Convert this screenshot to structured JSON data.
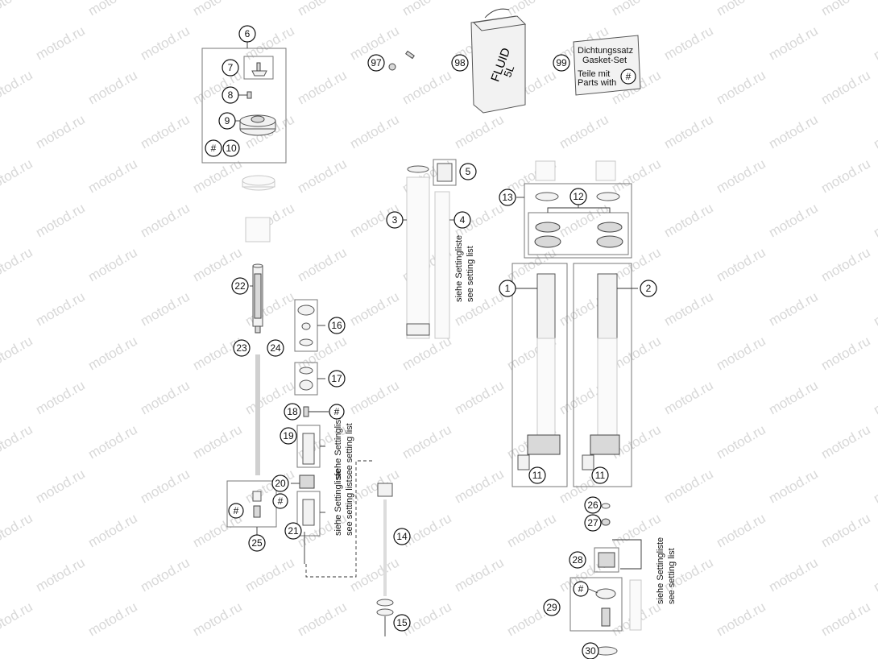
{
  "diagram": {
    "watermark_text": "motod.ru",
    "callouts": [
      "1",
      "2",
      "3",
      "4",
      "5",
      "6",
      "7",
      "8",
      "9",
      "10",
      "11",
      "12",
      "13",
      "14",
      "15",
      "16",
      "17",
      "18",
      "19",
      "20",
      "21",
      "22",
      "23",
      "24",
      "25",
      "26",
      "27",
      "28",
      "29",
      "30",
      "97",
      "98",
      "99",
      "#"
    ],
    "setting_list_label_de": "siehe Settingliste",
    "setting_list_label_en": "see setting list",
    "fluid_can": {
      "line1": "FLUID",
      "line2": "5L"
    },
    "gasket_set": {
      "line1": "Dichtungssatz",
      "line2": "Gasket-Set",
      "line3": "Teile mit",
      "line4": "Parts with"
    }
  }
}
